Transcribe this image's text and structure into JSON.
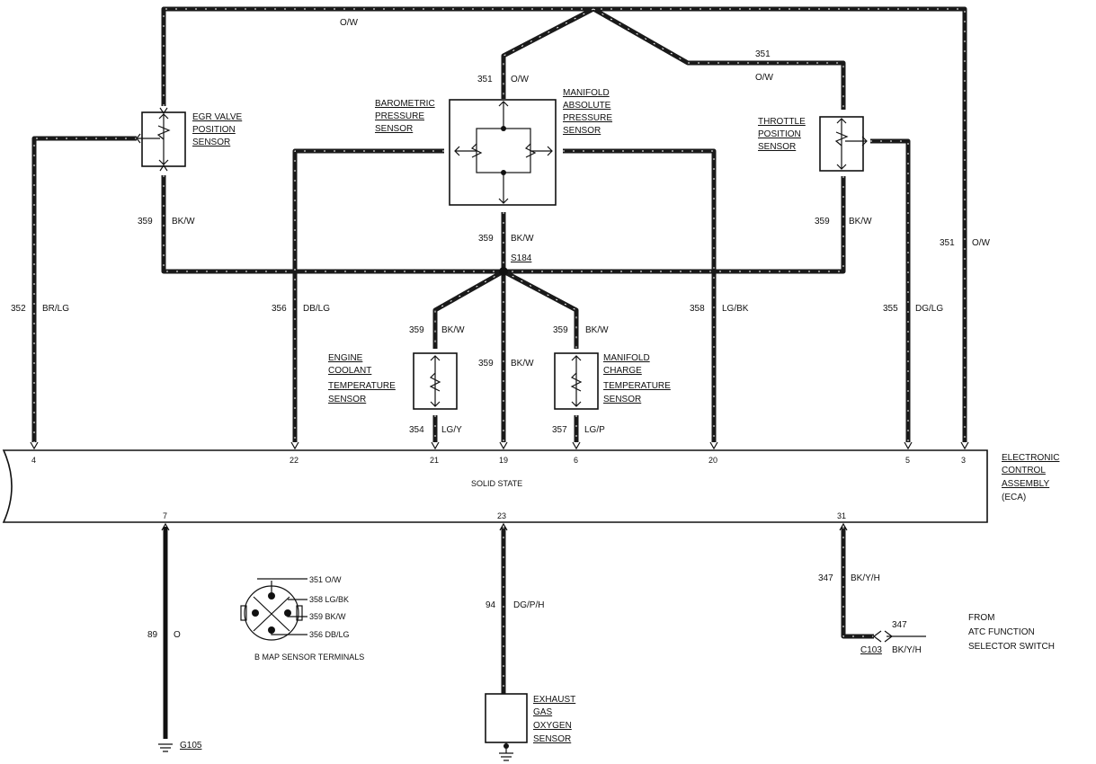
{
  "ecu": {
    "name_lines": [
      "ELECTRONIC",
      "CONTROL",
      "ASSEMBLY",
      "(ECA)"
    ],
    "body_text": "SOLID STATE",
    "top_pins": [
      "4",
      "22",
      "21",
      "19",
      "6",
      "20",
      "5",
      "3"
    ],
    "bottom_pins": [
      "7",
      "23",
      "31"
    ]
  },
  "components": {
    "egr": [
      "EGR VALVE",
      "POSITION",
      "SENSOR"
    ],
    "baro": [
      "BAROMETRIC",
      "PRESSURE",
      "SENSOR"
    ],
    "map": [
      "MANIFOLD",
      "ABSOLUTE",
      "PRESSURE",
      "SENSOR"
    ],
    "tps": [
      "THROTTLE",
      "POSITION",
      "SENSOR"
    ],
    "ect": [
      "ENGINE",
      "COOLANT",
      "TEMPERATURE",
      "SENSOR"
    ],
    "mct": [
      "MANIFOLD",
      "CHARGE",
      "TEMPERATURE",
      "SENSOR"
    ],
    "ego": [
      "EXHAUST",
      "GAS",
      "OXYGEN",
      "SENSOR"
    ],
    "atc": [
      "FROM",
      "ATC FUNCTION",
      "SELECTOR SWITCH"
    ]
  },
  "wires": {
    "top_loop_color": "O/W",
    "map_supply_circuit": "351",
    "map_supply_color": "O/W",
    "tps_supply_circuit": "351",
    "tps_supply_color": "O/W",
    "right_supply_circuit": "351",
    "right_supply_color": "O/W",
    "egr_ground_circuit": "359",
    "egr_ground_color": "BK/W",
    "map_ground_circuit": "359",
    "map_ground_color": "BK/W",
    "tps_ground_circuit": "359",
    "tps_ground_color": "BK/W",
    "splice": "S184",
    "egr_signal_circuit": "352",
    "egr_signal_color": "BR/LG",
    "baro_signal_circuit": "356",
    "baro_signal_color": "DB/LG",
    "map_signal_circuit": "358",
    "map_signal_color": "LG/BK",
    "tps_signal_circuit": "355",
    "tps_signal_color": "DG/LG",
    "ect_ground_circuit": "359",
    "ect_ground_color": "BK/W",
    "center_ground_circuit": "359",
    "center_ground_color": "BK/W",
    "mct_ground_circuit": "359",
    "mct_ground_color": "BK/W",
    "ect_signal_circuit": "354",
    "ect_signal_color": "LG/Y",
    "mct_signal_circuit": "357",
    "mct_signal_color": "LG/P",
    "ground_circuit": "89",
    "ground_color": "O",
    "ground_point": "G105",
    "ego_circuit": "94",
    "ego_color": "DG/P/H",
    "atc_circuit": "347",
    "atc_color": "BK/Y/H",
    "atc_circuit2": "347",
    "atc_connector": "C103",
    "atc_color2": "BK/Y/H"
  },
  "map_terminals": {
    "items": [
      {
        "circuit": "351",
        "color": "O/W"
      },
      {
        "circuit": "358",
        "color": "LG/BK"
      },
      {
        "circuit": "359",
        "color": "BK/W"
      },
      {
        "circuit": "356",
        "color": "DB/LG"
      }
    ],
    "caption": "B MAP SENSOR TERMINALS"
  }
}
